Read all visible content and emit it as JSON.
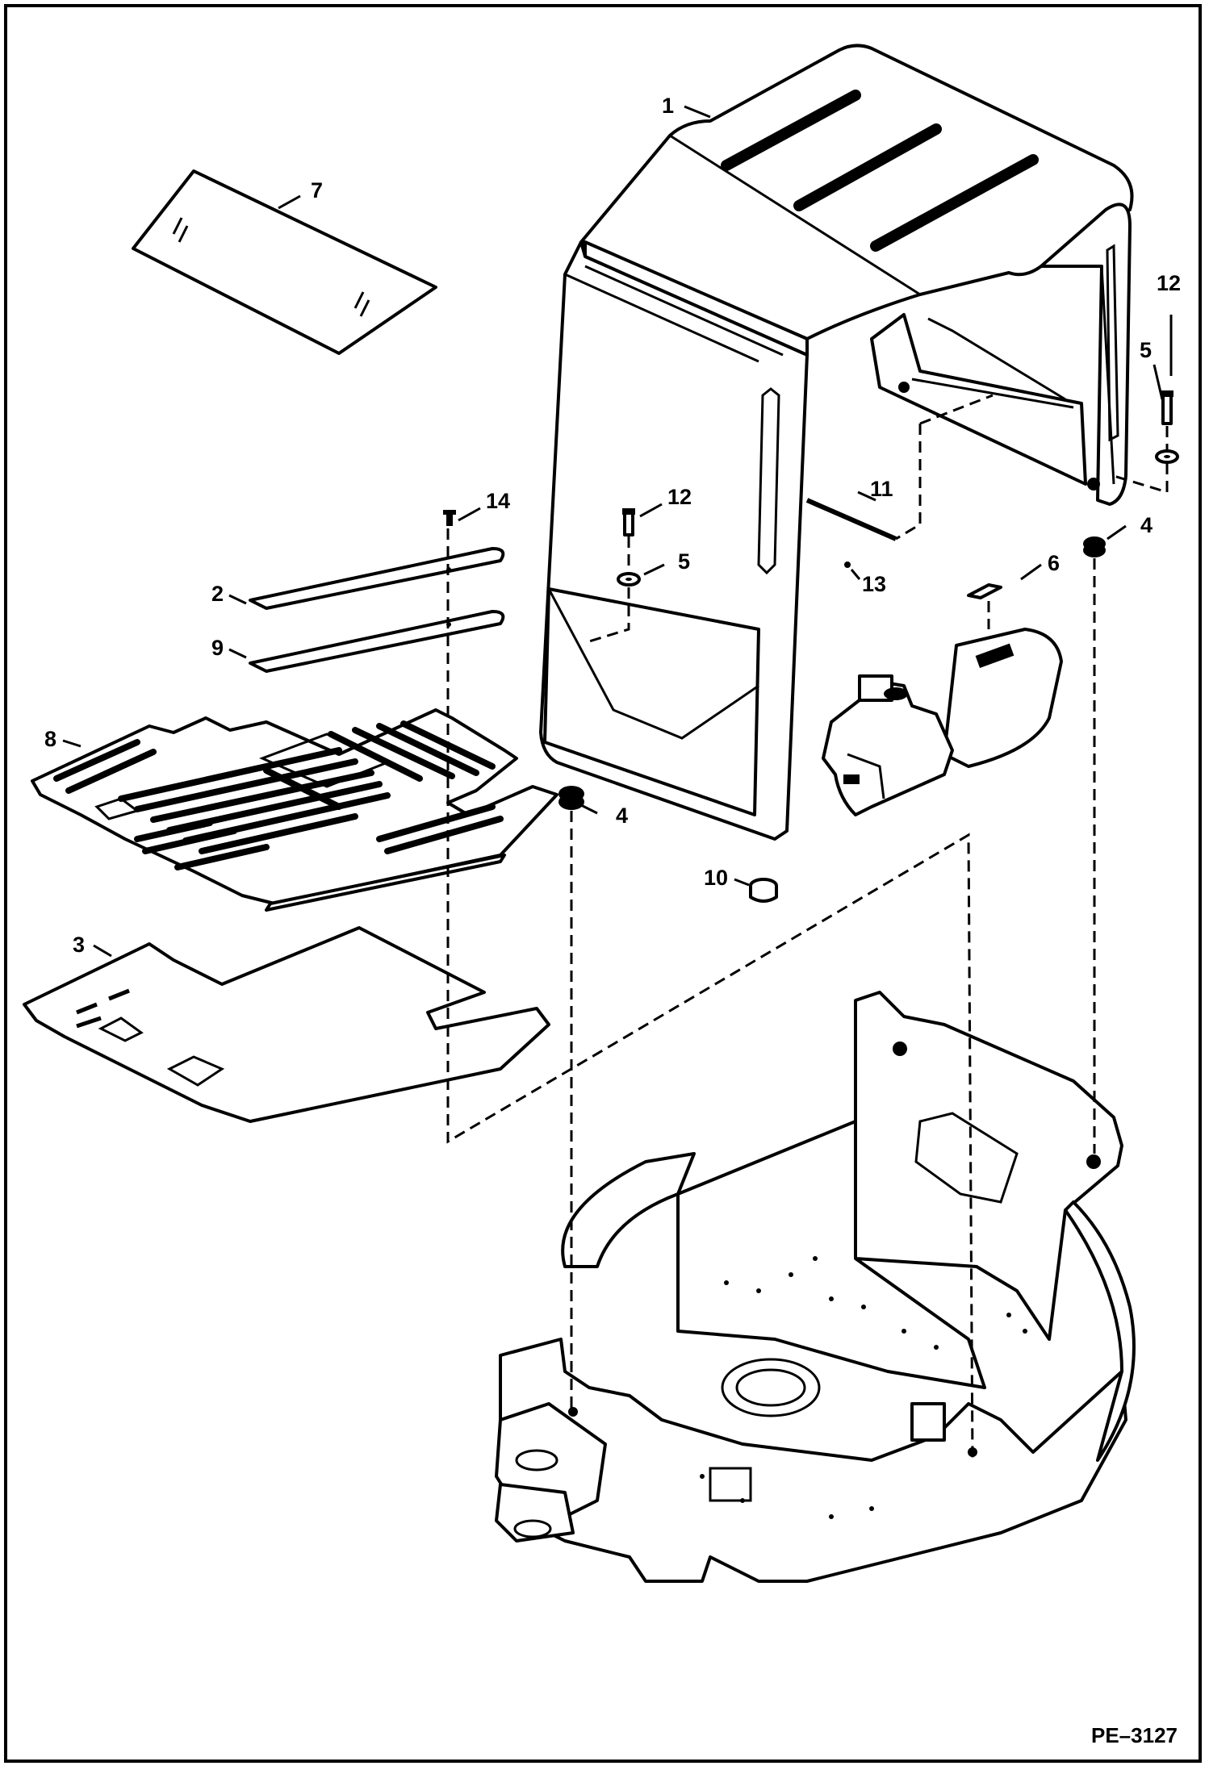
{
  "diagram": {
    "reference_code": "PE–3127",
    "callouts": [
      {
        "id": "c1",
        "label": "1"
      },
      {
        "id": "c2",
        "label": "2"
      },
      {
        "id": "c3",
        "label": "3"
      },
      {
        "id": "c4a",
        "label": "4"
      },
      {
        "id": "c4b",
        "label": "4"
      },
      {
        "id": "c5a",
        "label": "5"
      },
      {
        "id": "c5b",
        "label": "5"
      },
      {
        "id": "c6",
        "label": "6"
      },
      {
        "id": "c7",
        "label": "7"
      },
      {
        "id": "c8",
        "label": "8"
      },
      {
        "id": "c9",
        "label": "9"
      },
      {
        "id": "c10",
        "label": "10"
      },
      {
        "id": "c11",
        "label": "11"
      },
      {
        "id": "c12a",
        "label": "12"
      },
      {
        "id": "c12b",
        "label": "12"
      },
      {
        "id": "c13",
        "label": "13"
      },
      {
        "id": "c14",
        "label": "14"
      }
    ]
  }
}
